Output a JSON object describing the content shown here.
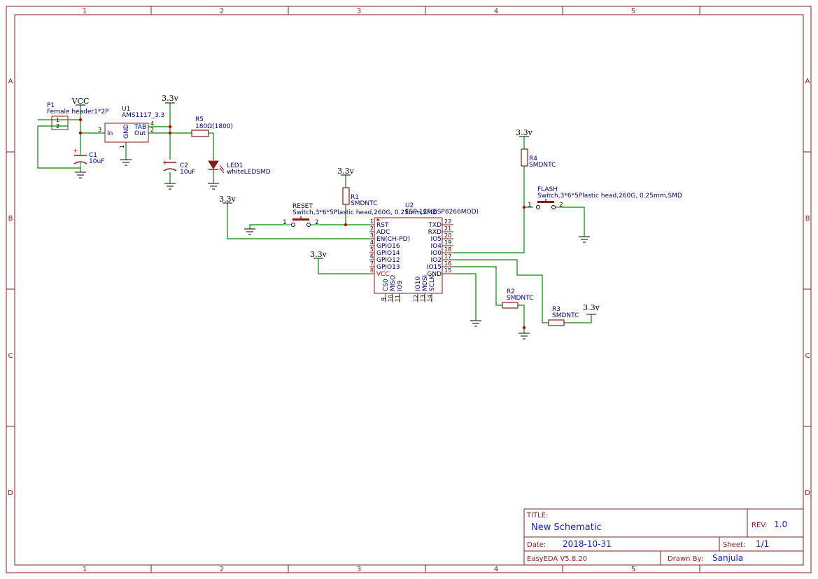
{
  "colors": {
    "frame": "#8b1a1a",
    "wire": "#008800",
    "part": "#8b1a1a",
    "label": "#000080",
    "pin": "#000000",
    "text_blue": "#1a1acc",
    "vcc_pin": "#cc0000"
  },
  "frame": {
    "col_labels": [
      "1",
      "2",
      "3",
      "4",
      "5"
    ],
    "row_labels": [
      "A",
      "B",
      "C",
      "D"
    ]
  },
  "title_block": {
    "title_label": "TITLE:",
    "title_value": "New Schematic",
    "rev_label": "REV:",
    "rev_value": "1.0",
    "date_label": "Date:",
    "date_value": "2018-10-31",
    "sheet_label": "Sheet:",
    "sheet_value": "1/1",
    "tool": "EasyEDA V5.8.20",
    "drawn_by_label": "Drawn By:",
    "drawn_by_value": "Sanjula"
  },
  "parts": {
    "p1": {
      "ref": "P1",
      "value": "Female header1*2P",
      "pin1": "1",
      "pin2": "2"
    },
    "u1": {
      "ref": "U1",
      "value": "AMS1117_3.3",
      "pin_in": "In",
      "pin_gnd": "GND",
      "pin_tab": "TAB",
      "pin_out": "Out",
      "num_in": "3",
      "num_gnd": "1",
      "num_tab": "4",
      "num_out": "2"
    },
    "c1": {
      "ref": "C1",
      "value": "10uF"
    },
    "c2": {
      "ref": "C2",
      "value": "10uF"
    },
    "r5": {
      "ref": "R5",
      "value": "180Ω(1800)"
    },
    "led1": {
      "ref": "LED1",
      "value": "whiteLEDSMD"
    },
    "r1": {
      "ref": "R1",
      "value": "SMDNTC"
    },
    "r2": {
      "ref": "R2",
      "value": "SMDNTC"
    },
    "r3": {
      "ref": "R3",
      "value": "SMDNTC"
    },
    "r4": {
      "ref": "R4",
      "value": "SMDNTC"
    },
    "reset": {
      "ref": "RESET",
      "value": "Switch,3*6*5Plastic head,260G, 0.25mm,SMD",
      "pin1": "1",
      "pin2": "2"
    },
    "flash": {
      "ref": "FLASH",
      "value": "Switch,3*6*5Plastic head,260G, 0.25mm,SMD",
      "pin1": "1",
      "pin2": "2"
    },
    "u2": {
      "ref": "U2",
      "value": "ESP-12F(ESP8266MOD)",
      "left_pins": [
        {
          "name": "RST",
          "num": "1"
        },
        {
          "name": "ADC",
          "num": "2"
        },
        {
          "name": "EN(CH-PD)",
          "num": "3"
        },
        {
          "name": "GPIO16",
          "num": "4"
        },
        {
          "name": "GPIO14",
          "num": "5"
        },
        {
          "name": "GPIO12",
          "num": "6"
        },
        {
          "name": "GPIO13",
          "num": "7"
        },
        {
          "name": "VCC",
          "num": "8"
        }
      ],
      "right_pins": [
        {
          "name": "TXD",
          "num": "22"
        },
        {
          "name": "RXD",
          "num": "21"
        },
        {
          "name": "IO5",
          "num": "20"
        },
        {
          "name": "IO4",
          "num": "19"
        },
        {
          "name": "IO0",
          "num": "18"
        },
        {
          "name": "IO2",
          "num": "17"
        },
        {
          "name": "IO15",
          "num": "16"
        },
        {
          "name": "GND",
          "num": "15"
        }
      ],
      "bottom_pins": [
        {
          "name": "CS0",
          "num": "9"
        },
        {
          "name": "MISO",
          "num": "10"
        },
        {
          "name": "IO9",
          "num": "11"
        },
        {
          "name": "IO10",
          "num": "12"
        },
        {
          "name": "MOSI",
          "num": "13"
        },
        {
          "name": "SCLK",
          "num": "14"
        }
      ]
    }
  },
  "power": {
    "vcc": "VCC",
    "v33": "3.3v"
  }
}
